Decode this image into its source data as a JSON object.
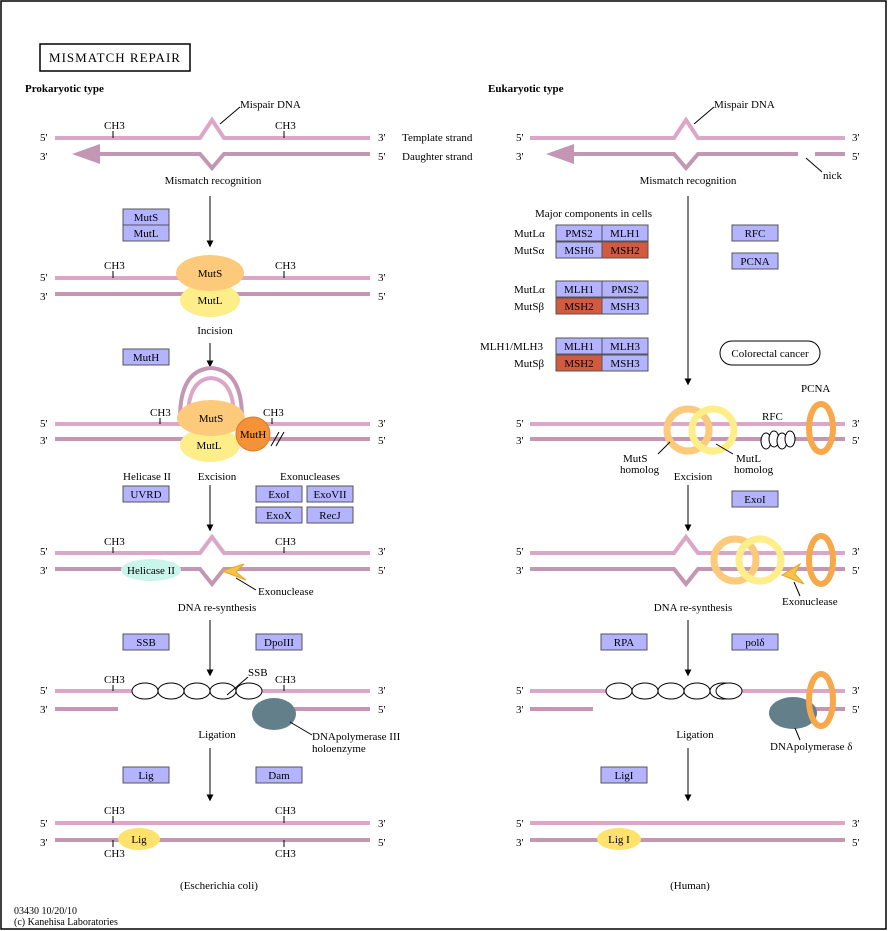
{
  "title": "MISMATCH REPAIR",
  "prokaryotic": {
    "heading": "Prokaryotic type",
    "mispair_label": "Mispair DNA",
    "template_strand": "Template strand",
    "daughter_strand": "Daughter strand",
    "ch3": "CH3",
    "five": "5'",
    "three": "3'",
    "steps": {
      "mismatch_recognition": "Mismatch recognition",
      "incision": "Incision",
      "excision": "Excision",
      "dna_resynthesis": "DNA re-synthesis",
      "ligation": "Ligation"
    },
    "genes": {
      "muts": "MutS",
      "mutl": "MutL",
      "muth": "MutH",
      "uvrd": "UVRD",
      "exoi": "ExoI",
      "exovii": "ExoVII",
      "exox": "ExoX",
      "recj": "RecJ",
      "ssb": "SSB",
      "dpoiii": "DpoIII",
      "lig": "Lig",
      "dam": "Dam"
    },
    "proteins": {
      "muts": "MutS",
      "mutl": "MutL",
      "muth": "MutH",
      "helicase": "Helicase II",
      "lig": "Lig"
    },
    "labels": {
      "helicase_ii": "Helicase II",
      "exonucleases": "Exonucleases",
      "exonuclease": "Exonuclease",
      "ssb": "SSB",
      "dna_pol_1": "DNApolymerase III",
      "dna_pol_2": "holoenzyme"
    },
    "organism": "(Escherichia coli)"
  },
  "eukaryotic": {
    "heading": "Eukaryotic type",
    "mispair_label": "Mispair DNA",
    "nick": "nick",
    "five": "5'",
    "three": "3'",
    "steps": {
      "mismatch_recognition": "Mismatch recognition",
      "excision": "Excision",
      "dna_resynthesis": "DNA re-synthesis",
      "ligation": "Ligation"
    },
    "major_components": "Major components in cells",
    "complexes": [
      {
        "row1_label": "MutLα",
        "row1": [
          "PMS2",
          "MLH1"
        ],
        "row2_label": "MutSα",
        "row2": [
          "MSH6",
          "MSH2"
        ]
      },
      {
        "row1_label": "MutLα",
        "row1": [
          "MLH1",
          "PMS2"
        ],
        "row2_label": "MutSβ",
        "row2": [
          "MSH2",
          "MSH3"
        ]
      },
      {
        "row1_label": "MLH1/MLH3",
        "row1": [
          "MLH1",
          "MLH3"
        ],
        "row2_label": "MutSβ",
        "row2": [
          "MSH2",
          "MSH3"
        ]
      }
    ],
    "genes": {
      "rfc": "RFC",
      "pcna": "PCNA",
      "exoi": "ExoI",
      "rpa": "RPA",
      "pold": "polδ",
      "ligi": "LigI"
    },
    "disease": "Colorectal cancer",
    "labels": {
      "pcna": "PCNA",
      "rfc": "RFC",
      "muts_homolog_1": "MutS",
      "muts_homolog_2": "homolog",
      "mutl_homolog_1": "MutL",
      "mutl_homolog_2": "homolog",
      "exonuclease": "Exonuclease",
      "dna_pol": "DNApolymerase δ",
      "lig_i": "Lig I"
    },
    "organism": "(Human)"
  },
  "footer": {
    "id_date": "03430 10/20/10",
    "copyright": "(c) Kanehisa Laboratories"
  },
  "colors": {
    "gene_box": "#b3b3ff",
    "highlight_gene": "#d3593f",
    "template_strand": "#dba6c7",
    "daughter_strand": "#c397b3",
    "muts": "#fdc97a",
    "mutl": "#fdee8a",
    "muth": "#f4923a",
    "pcna": "#f7a84a",
    "polymerase": "#637f89",
    "helicase": "#c9f5ea"
  }
}
